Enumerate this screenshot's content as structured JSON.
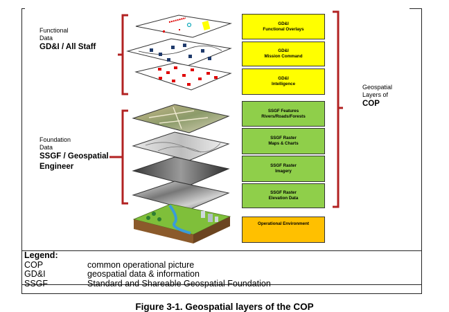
{
  "left_groups": {
    "functional": {
      "line1": "Functional",
      "line2": "Data",
      "line3": "GD&I / All Staff"
    },
    "foundation": {
      "line1": "Foundation",
      "line2": "Data",
      "line3": "SSGF / Geospatial",
      "line4": "Engineer"
    }
  },
  "boxes": [
    {
      "l1": "GD&I",
      "l2": "Functional Overlays",
      "color": "#ffff00"
    },
    {
      "l1": "GD&I",
      "l2": "Mission Command",
      "color": "#ffff00"
    },
    {
      "l1": "GD&I",
      "l2": "Intelligence",
      "color": "#ffff00"
    },
    {
      "l1": "SSGF Features",
      "l2": "Rivers/Roads/Forests",
      "color": "#8fcf4a"
    },
    {
      "l1": "SSGF Raster",
      "l2": "Maps & Charts",
      "color": "#8fcf4a"
    },
    {
      "l1": "SSGF Raster",
      "l2": "Imagery",
      "color": "#8fcf4a"
    },
    {
      "l1": "SSGF Raster",
      "l2": "Elevation Data",
      "color": "#8fcf4a"
    },
    {
      "l1": "Operational Environment",
      "l2": "",
      "color": "#ffc000"
    }
  ],
  "right_label": {
    "line1": "Geospatial",
    "line2": "Layers of",
    "line3": "COP"
  },
  "legend": {
    "title": "Legend:",
    "rows": [
      {
        "term": "COP",
        "definition": "common operational picture"
      },
      {
        "term": "GD&I",
        "definition": "geospatial data & information"
      },
      {
        "term": "SSGF",
        "definition": "Standard and Shareable Geospatial Foundation"
      }
    ]
  },
  "caption": "Figure 3-1. Geospatial layers of the COP",
  "colors": {
    "bracket": "#b22222",
    "yellow": "#ffff00",
    "green": "#8fcf4a",
    "orange": "#ffc000"
  }
}
